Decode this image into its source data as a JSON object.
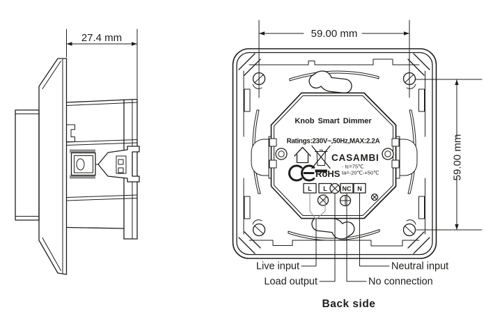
{
  "caption": "Back side",
  "dimensions": {
    "depth": "27.4 mm",
    "width": "59.00 mm",
    "height": "59.00 mm"
  },
  "nameplate": {
    "product": "Knob Smart Dimmer",
    "ratings": "Ratings:230V~,50Hz,MAX:2.2A",
    "brand": "CASAMBI",
    "rohs": "RoHS",
    "temp1": "· tc=75℃",
    "temp2": "ta=-20℃-+50℃"
  },
  "terminals": {
    "l1": "L",
    "l2": "L",
    "nc": "NC",
    "n": "N"
  },
  "labels": {
    "live": "Live input",
    "load": "Load output",
    "noconn": "No connection",
    "neutral": "Neutral input"
  },
  "icons": {
    "ce": "ce-mark-icon",
    "weee": "weee-crossed-bin-icon",
    "indoor": "indoor-use-house-icon",
    "load_terminal": "circle-x-terminal-icon",
    "screws": "screw-icon"
  },
  "colors": {
    "line": "#1d1d1b",
    "gray": "#8c8c8c",
    "bg": "#ffffff"
  }
}
